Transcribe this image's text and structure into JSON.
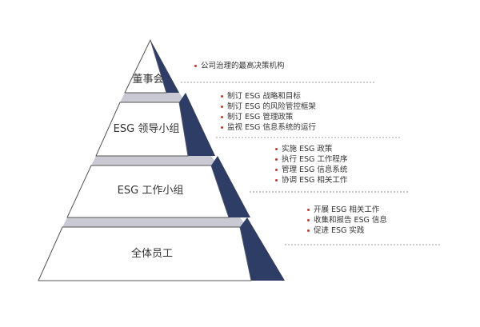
{
  "tiers": [
    {
      "label": "董事会",
      "bullets": [
        "公司治理的最高决策机构"
      ]
    },
    {
      "label": "ESG 领导小组",
      "bullets": [
        "制订 ESG 战略和目标",
        "制订 ESG 的风险管控框架",
        "制订 ESG 管理政策",
        "监视 ESG 信息系统的运行"
      ]
    },
    {
      "label": "ESG 工作小组",
      "bullets": [
        "实施 ESG 政策",
        "执行 ESG 工作程序",
        "管理 ESG 信息系统",
        "协调 ESG 相关工作"
      ]
    },
    {
      "label": "全体员工",
      "bullets": [
        "开展 ESG 相关工作",
        "收集和报告 ESG 信息",
        "促进 ESG 实践"
      ]
    }
  ],
  "colors": {
    "face": "#ffffff",
    "side": "#2e3d66",
    "gap": "#c9c9d3",
    "outline": "#555555",
    "bullet_dot": "#c0392b",
    "dashed_line": "#9a9a9a"
  }
}
